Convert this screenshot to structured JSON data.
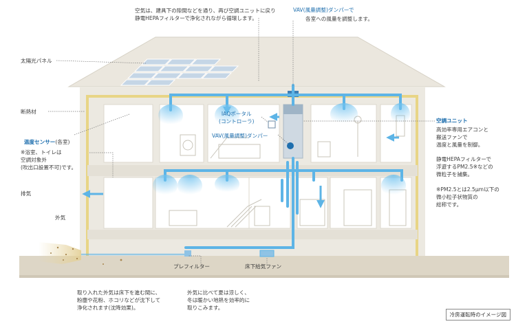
{
  "colors": {
    "accent": "#1f6fae",
    "airflow": "#5db4e6",
    "insulation": "#e9d98a",
    "wall": "#ece9e1",
    "ground": "#ded7c8"
  },
  "labels": {
    "top_note": "空気は、建具下の隙間などを通り、再び空調ユニットに戻り\n静電HEPAフィルターで浄化されながら循環します。",
    "vav_top_title": "VAV(風量調整)ダンパーで",
    "vav_top_body": "各室への風量を調整します。",
    "solar": "太陽光パネル",
    "insulation": "断熱材",
    "temp_sensor": "温度センサー",
    "temp_sensor_suffix": "(各室)",
    "bath_note": "※浴室、トイレは\n空調対象外\n(吹出口設置不可)です。",
    "exhaust": "排気",
    "outside_air": "外気",
    "iaq_portal": "IAQポータル\n(コントローラ)",
    "vav_mid": "VAV(風量調整)ダンパー",
    "unit_title": "空調ユニット",
    "unit_body1": "高効率専用エアコンと\n搬送ファンで\n温度と風量を制御。",
    "unit_body2": "静電HEPAフィルターで\n浮遊するPM2.5※などの\n微粒子を捕集。",
    "unit_note": "※PM2.5とは2.5μm以下の\n微小粒子状物質の\n総称です。",
    "prefilter": "プレフィルター",
    "floor_fan": "床下給気ファン",
    "bottom_left": "取り入れた外気は床下を進む間に、\n粉塵や花粉、ホコリなどが沈下して\n浄化されます(沈降効果)。",
    "bottom_mid": "外気に比べて夏は涼しく、\n冬は暖かい地熱を効率的に\n取りこみます。",
    "caption": "冷房運転時のイメージ図"
  }
}
